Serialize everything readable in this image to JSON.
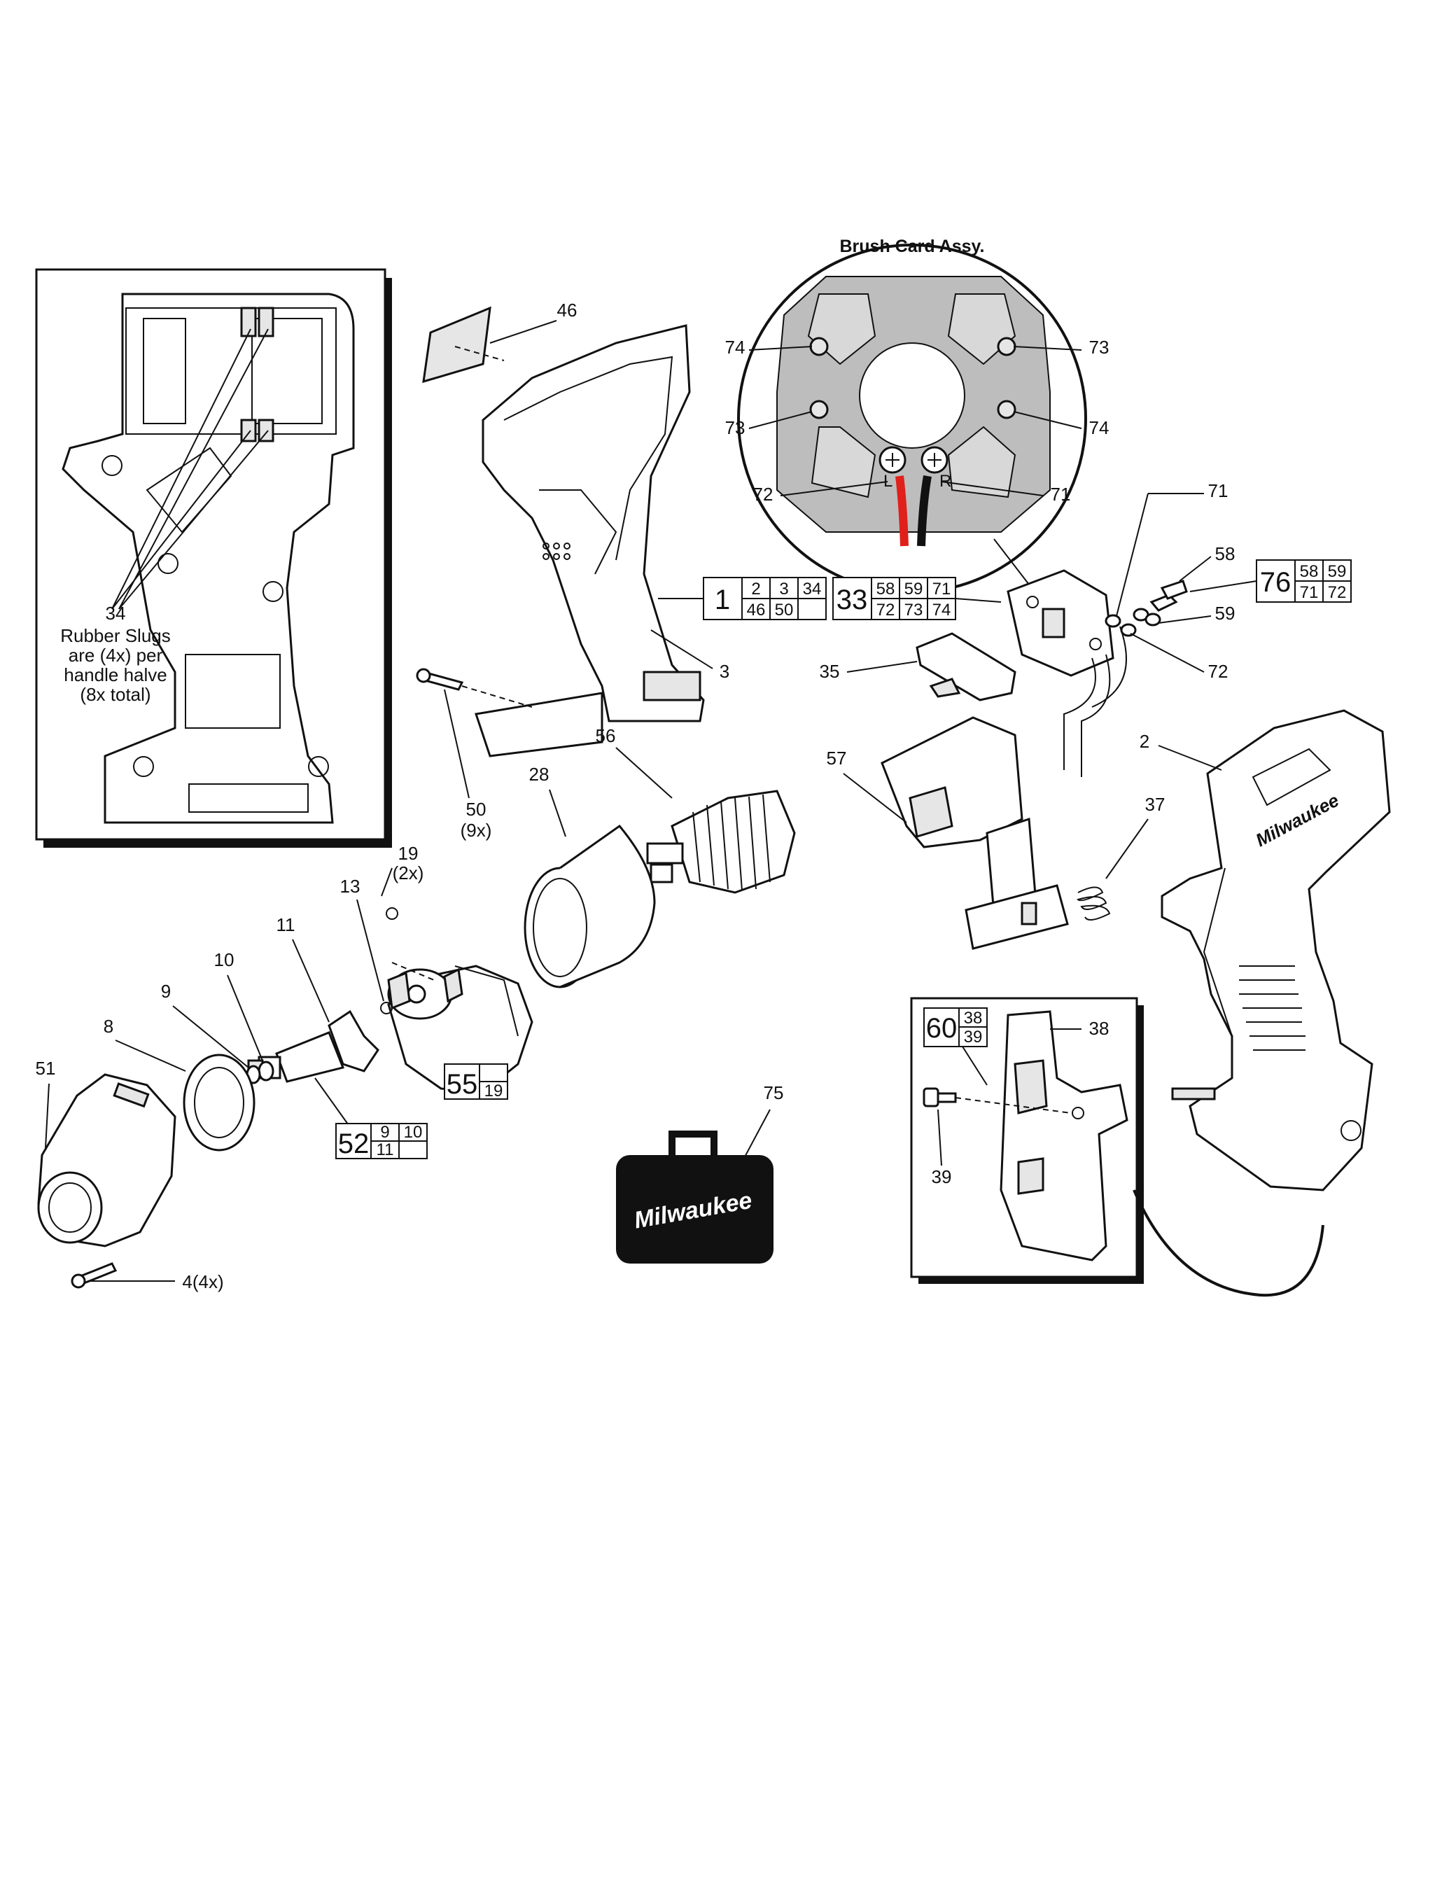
{
  "brush_card_title": "Brush Card Assy.",
  "brush_card": {
    "labels": {
      "l74a": "74",
      "l73a": "73",
      "l73b": "73",
      "l74b": "74",
      "l72": "72",
      "l71": "71"
    },
    "terminal_left": "L",
    "terminal_right": "R"
  },
  "inset": {
    "callout_number": "34",
    "note_lines": [
      "Rubber Slugs",
      "are (4x) per",
      "handle halve",
      "(8x total)"
    ]
  },
  "labels": {
    "p46": "46",
    "p3": "3",
    "p50": "50",
    "p50q": "(9x)",
    "p56": "56",
    "p28": "28",
    "p19": "19",
    "p19q": "(2x)",
    "p13": "13",
    "p11": "11",
    "p10": "10",
    "p9": "9",
    "p8": "8",
    "p51": "51",
    "p4": "4(4x)",
    "p35": "35",
    "p57": "57",
    "p37": "37",
    "p2": "2",
    "p71": "71",
    "p58": "58",
    "p59": "59",
    "p72": "72",
    "p75": "75",
    "p38": "38",
    "p39": "39"
  },
  "kits": {
    "k1": {
      "main": "1",
      "cells": [
        "2",
        "3",
        "34",
        "46",
        "50",
        ""
      ]
    },
    "k33": {
      "main": "33",
      "cells": [
        "58",
        "59",
        "71",
        "72",
        "73",
        "74"
      ]
    },
    "k76": {
      "main": "76",
      "cells": [
        "58",
        "59",
        "71",
        "72"
      ]
    },
    "k55": {
      "main": "55",
      "cells": [
        "",
        "19"
      ]
    },
    "k52": {
      "main": "52",
      "cells": [
        "9",
        "10",
        "11",
        ""
      ]
    },
    "k60": {
      "main": "60",
      "cells": [
        "38",
        "39"
      ]
    }
  },
  "case_logo": "Milwaukee",
  "tool_logo": "Milwaukee",
  "colors": {
    "wire_left": "#e0201b",
    "wire_right": "#111111",
    "brush_card_fill": "#bdbdbd"
  }
}
